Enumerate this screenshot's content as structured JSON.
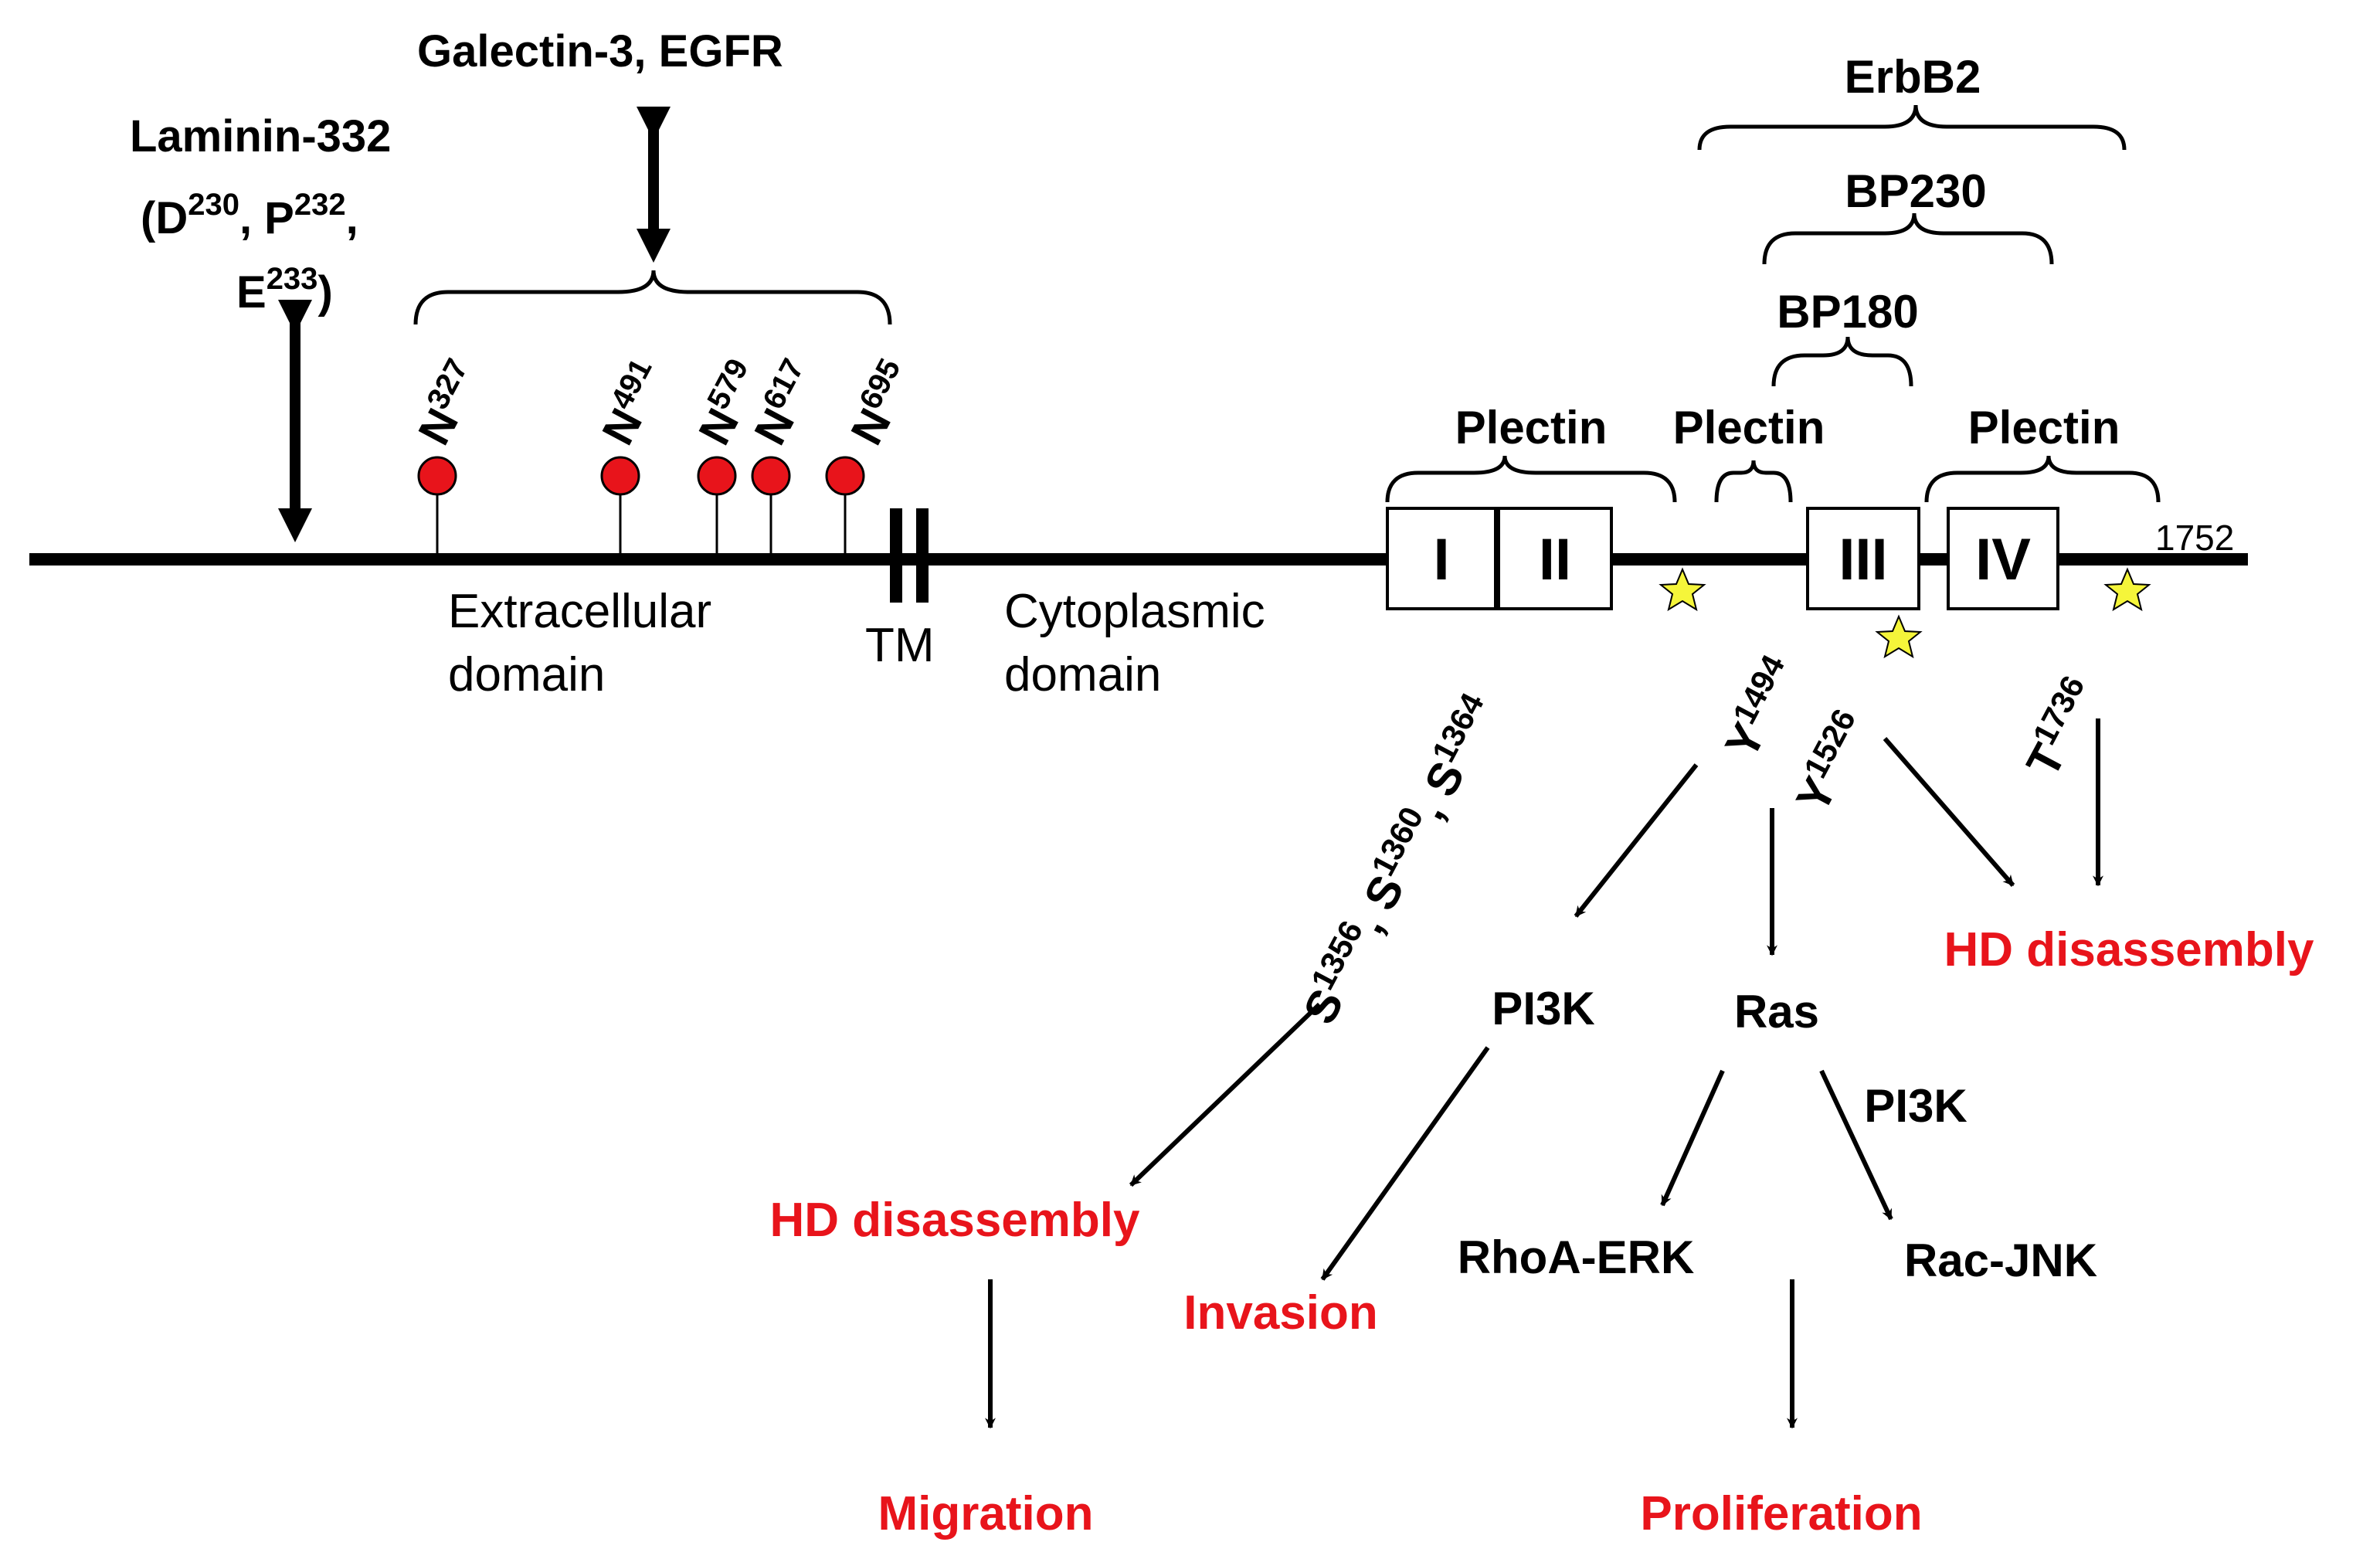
{
  "top_labels": {
    "galectin": "Galectin-3, EGFR",
    "laminin_line1": "Laminin-332",
    "laminin_line2_parts": [
      "(D",
      "230",
      ", P",
      "232",
      ","
    ],
    "laminin_line3_parts": [
      "E",
      "233",
      ")"
    ]
  },
  "glyco_sites": [
    {
      "base": "N",
      "sup": "327"
    },
    {
      "base": "N",
      "sup": "491"
    },
    {
      "base": "N",
      "sup": "579"
    },
    {
      "base": "N",
      "sup": "617"
    },
    {
      "base": "N",
      "sup": "695"
    }
  ],
  "domain_labels": {
    "extracellular_1": "Extracellular",
    "extracellular_2": "domain",
    "tm": "TM",
    "cytoplasmic_1": "Cytoplasmic",
    "cytoplasmic_2": "domain",
    "length": "1752"
  },
  "boxes": [
    "I",
    "II",
    "III",
    "IV"
  ],
  "binding_partners": {
    "erbb2": "ErbB2",
    "bp230": "BP230",
    "bp180": "BP180",
    "plectin_1": "Plectin",
    "plectin_2": "Plectin",
    "plectin_3": "Plectin"
  },
  "phospho_sites": {
    "ser": [
      "S",
      "1356",
      ", S",
      "1360",
      ", S",
      "1364"
    ],
    "y1494": [
      "Y",
      "1494"
    ],
    "y1526": [
      "Y",
      "1526"
    ],
    "t1736": [
      "T",
      "1736"
    ]
  },
  "signaling": {
    "pi3k_left": "PI3K",
    "ras": "Ras",
    "pi3k_right": "PI3K",
    "rhoa_erk": "RhoA-ERK",
    "rac_jnk": "Rac-JNK"
  },
  "outcomes": {
    "hd_disassembly_right": "HD disassembly",
    "hd_disassembly_left": "HD disassembly",
    "invasion": "Invasion",
    "migration": "Migration",
    "proliferation": "Proliferation"
  },
  "colors": {
    "outcome": "#e8141b",
    "pin": "#e8141b",
    "star": "#f5f53a"
  }
}
